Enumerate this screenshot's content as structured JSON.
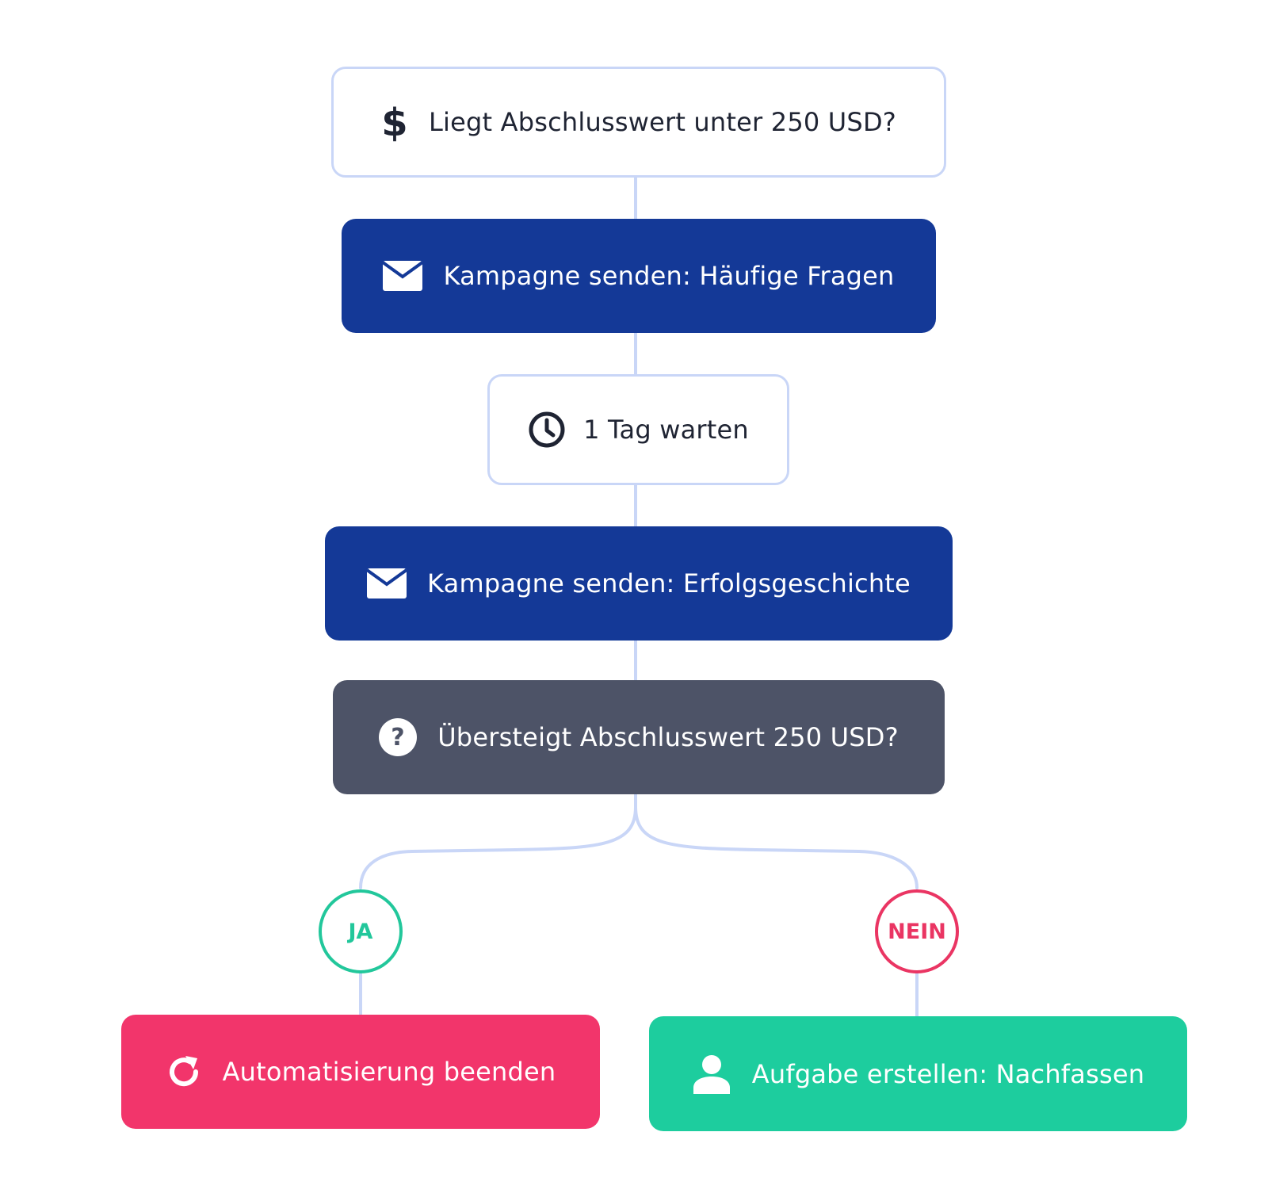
{
  "flow": {
    "condition_start": {
      "label": "Liegt Abschlusswert unter 250 USD?",
      "icon": "dollar-icon"
    },
    "send_campaign_faq": {
      "label": "Kampagne senden: Häufige Fragen",
      "icon": "envelope-icon"
    },
    "wait": {
      "label": "1 Tag warten",
      "icon": "clock-icon"
    },
    "send_campaign_story": {
      "label": "Kampagne senden: Erfolgsgeschichte",
      "icon": "envelope-icon"
    },
    "condition_check": {
      "label": "Übersteigt Abschlusswert 250 USD?",
      "icon": "question-circle-icon"
    },
    "branch_yes": {
      "label": "JA"
    },
    "branch_no": {
      "label": "NEIN"
    },
    "action_end": {
      "label": "Automatisierung beenden",
      "icon": "restart-icon"
    },
    "action_task": {
      "label": "Aufgabe erstellen: Nachfassen",
      "icon": "user-icon"
    }
  },
  "colors": {
    "connector": "#c9d6f7",
    "outline_border": "#c9d6f7",
    "campaign_blue": "#143997",
    "condition_gray": "#4d5367",
    "end_red": "#f2356b",
    "task_green": "#1dcd9e",
    "yes_green": "#22c79b",
    "no_red": "#ea3563"
  }
}
